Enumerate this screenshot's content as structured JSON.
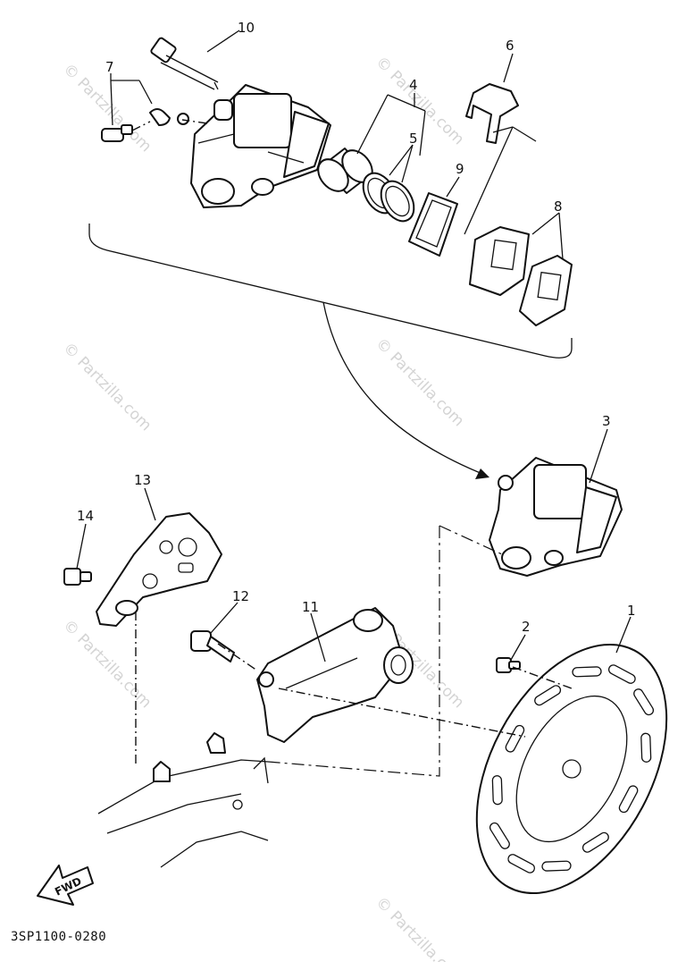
{
  "watermark": "© Partzilla.com",
  "drawing_code": "3SP1100-0280",
  "fwd_label": "FWD",
  "callouts": [
    {
      "id": "c1",
      "text": "1"
    },
    {
      "id": "c2",
      "text": "2"
    },
    {
      "id": "c3",
      "text": "3"
    },
    {
      "id": "c4",
      "text": "4"
    },
    {
      "id": "c5",
      "text": "5"
    },
    {
      "id": "c6",
      "text": "6"
    },
    {
      "id": "c7",
      "text": "7"
    },
    {
      "id": "c8",
      "text": "8"
    },
    {
      "id": "c9",
      "text": "9"
    },
    {
      "id": "c10",
      "text": "10"
    },
    {
      "id": "c11",
      "text": "11"
    },
    {
      "id": "c12",
      "text": "12"
    },
    {
      "id": "c13",
      "text": "13"
    },
    {
      "id": "c14",
      "text": "14"
    }
  ]
}
